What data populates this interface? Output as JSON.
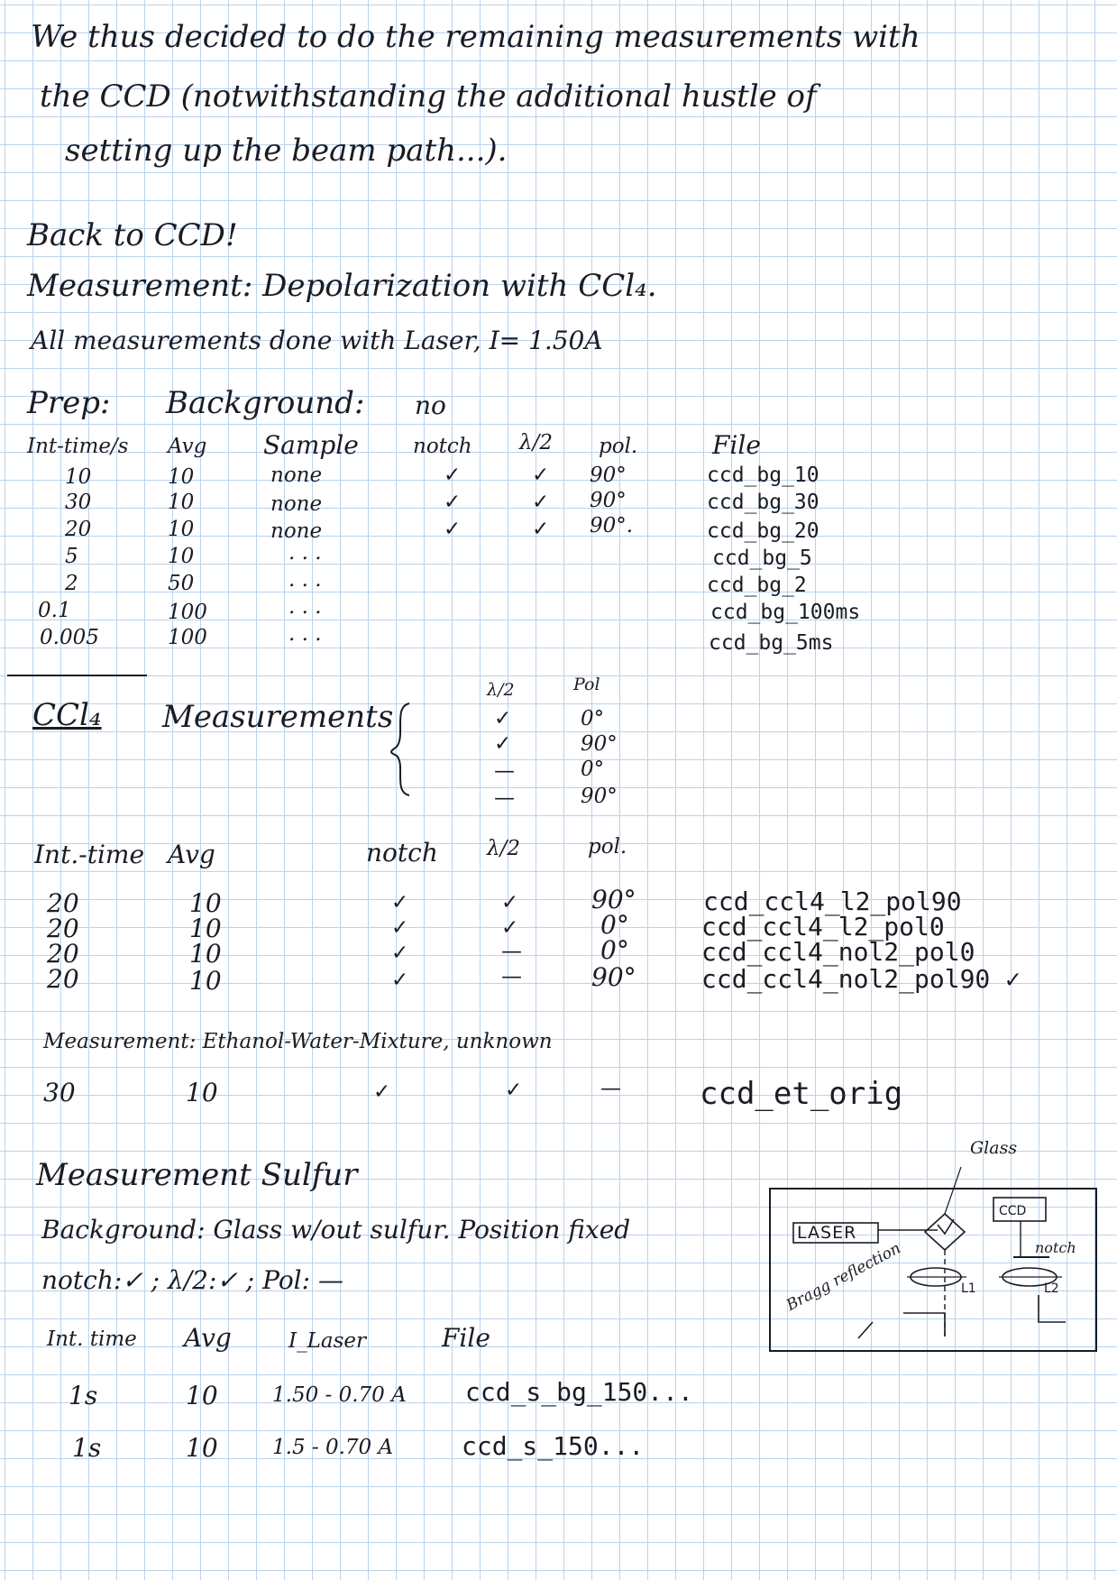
{
  "intro": {
    "line1": "We thus decided to do the remaining measurements with",
    "line2": "the CCD (notwithstanding the additional hustle of",
    "line3": "setting up the beam path...)."
  },
  "heading_back": "Back to CCD!",
  "depol": {
    "title": "Measurement: Depolarization with CCl₄.",
    "note": "All measurements done with Laser, I= 1.50A"
  },
  "prep": {
    "label": "Prep:",
    "background_label": "Background:",
    "background_value": "no",
    "headers": [
      "Int-time/s",
      "Avg",
      "Sample",
      "notch",
      "λ/2",
      "pol.",
      "File"
    ],
    "rows": [
      [
        "10",
        "10",
        "none",
        "✓",
        "✓",
        "90°",
        "ccd_bg_10"
      ],
      [
        "30",
        "10",
        "none",
        "✓",
        "✓",
        "90°",
        "ccd_bg_30"
      ],
      [
        "20",
        "10",
        "none",
        "✓",
        "✓",
        "90°.",
        "ccd_bg_20"
      ],
      [
        "5",
        "10",
        ". . .",
        "",
        "",
        "",
        "ccd_bg_5"
      ],
      [
        "2",
        "50",
        ". . .",
        "",
        "",
        "",
        "ccd_bg_2"
      ],
      [
        "0.1",
        "100",
        ". . .",
        "",
        "",
        "",
        "ccd_bg_100ms"
      ],
      [
        "0.005",
        "100",
        ". . .",
        "",
        "",
        "",
        "ccd_bg_5ms"
      ]
    ]
  },
  "ccl4": {
    "label": "CCl₄",
    "measurements_label": "Measurements",
    "lambda_header": "λ/2",
    "pol_header": "Pol",
    "brace_rows": [
      [
        "✓",
        "0°"
      ],
      [
        "✓",
        "90°"
      ],
      [
        "—",
        "0°"
      ],
      [
        "—",
        "90°"
      ]
    ],
    "headers": [
      "Int.-time",
      "Avg",
      "notch",
      "λ/2",
      "pol."
    ],
    "rows": [
      [
        "20",
        "10",
        "✓",
        "✓",
        "90°",
        "ccd_ccl4_l2_pol90"
      ],
      [
        "20",
        "10",
        "✓",
        "✓",
        "0°",
        "ccd_ccl4_l2_pol0"
      ],
      [
        "20",
        "10",
        "✓",
        "—",
        "0°",
        "ccd_ccl4_nol2_pol0"
      ],
      [
        "20",
        "10",
        "✓",
        "—",
        "90°",
        "ccd_ccl4_nol2_pol90 ✓"
      ]
    ]
  },
  "ethanol": {
    "title": "Measurement: Ethanol-Water-Mixture, unknown",
    "row": [
      "30",
      "10",
      "✓",
      "✓",
      "—",
      "ccd_et_orig"
    ]
  },
  "sulfur": {
    "title": "Measurement Sulfur",
    "background": "Background: Glass w/out sulfur. Position fixed",
    "settings": "notch:✓ ; λ/2:✓ ; Pol: —",
    "headers": [
      "Int. time",
      "Avg",
      "I_Laser",
      "File"
    ],
    "rows": [
      [
        "1s",
        "10",
        "1.50 - 0.70 A",
        "ccd_s_bg_150..."
      ],
      [
        "1s",
        "10",
        "1.5 - 0.70 A",
        "ccd_s_150..."
      ]
    ]
  },
  "diagram": {
    "glass": "Glass",
    "laser": "LASER",
    "ccd": "CCD",
    "notch": "notch",
    "l1": "L1",
    "l2": "L2",
    "bragg": "Bragg reflection"
  }
}
